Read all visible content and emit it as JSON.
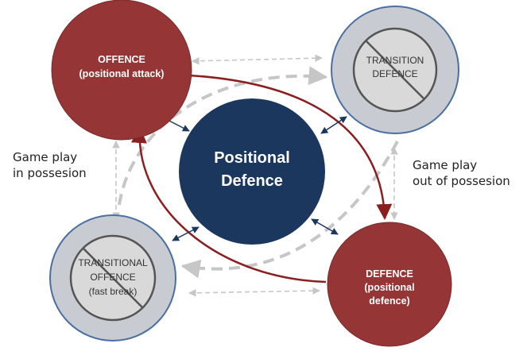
{
  "center": {
    "line1": "Positional",
    "line2": "Defence"
  },
  "offence": {
    "line1": "OFFENCE",
    "line2": "(positional attack)"
  },
  "transition_defence": {
    "line1": "TRANSITION",
    "line2": "DEFENCE"
  },
  "defence": {
    "line1": "DEFENCE",
    "line2": "(positional",
    "line3": "defence)"
  },
  "transitional_offence": {
    "line1": "TRANSITIONAL",
    "line2": "OFFENCE",
    "line3": "(fast break)"
  },
  "labels": {
    "in_possession": {
      "line1": "Game play",
      "line2": "in possesion"
    },
    "out_of_possession": {
      "line1": "Game play",
      "line2": "out of possesion"
    }
  },
  "colors": {
    "red": "#963535",
    "navy": "#1b375e",
    "grey_fill": "#c8ccd2",
    "grey_stroke": "#4a6fa0",
    "dashed": "#c6c6c6",
    "arrow_red": "#8b1f1f"
  },
  "icons": {
    "prohibited": "prohibited-sign-icon"
  }
}
